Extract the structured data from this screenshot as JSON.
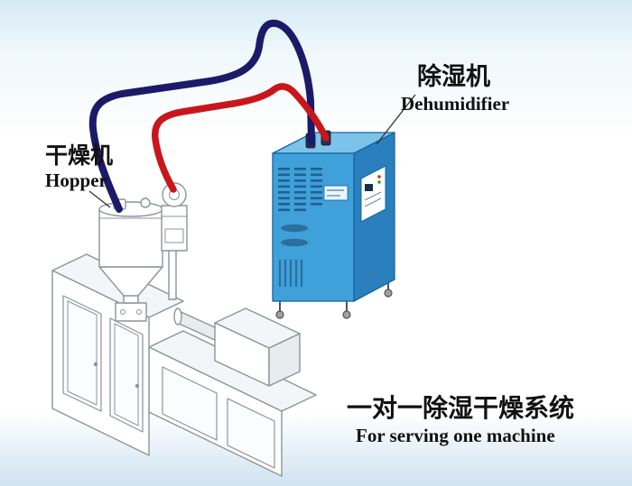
{
  "labels": {
    "hopper": {
      "zh": "干燥机",
      "en": "Hopper"
    },
    "dehumidifier": {
      "zh": "除湿机",
      "en": "Dehumidifier"
    },
    "system": {
      "zh": "一对一除湿干燥系统",
      "en": "For serving one machine"
    }
  },
  "colors": {
    "pipe-red": "#c8171c",
    "pipe-blue": "#1b1a68",
    "dehumidifier-front": "#3fa0da",
    "dehumidifier-side": "#2b7fbd",
    "dehumidifier-top": "#7cc3ea",
    "dehumidifier-outline": "#1565a0",
    "machine-outline": "#8b949a",
    "background-top": "#d4eaf6",
    "background-bottom": "#cfe3f1",
    "label-color": "#111111"
  }
}
